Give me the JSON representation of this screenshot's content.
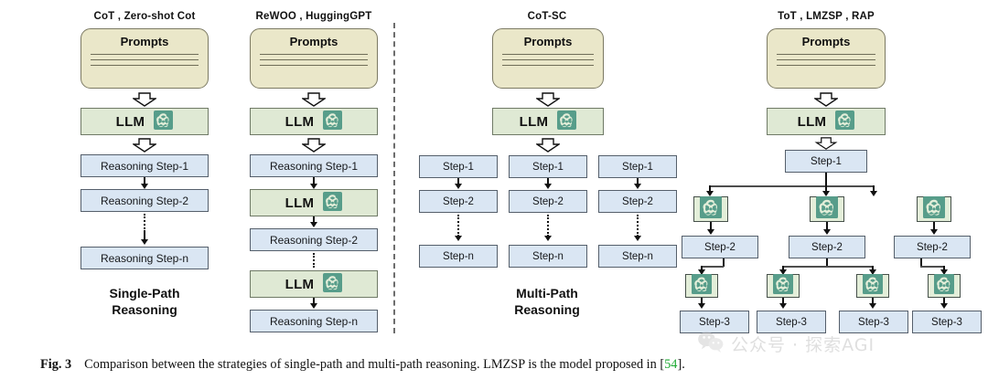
{
  "figure": {
    "caption_label": "Fig. 3",
    "caption_text_before": "Comparison between the strategies of single-path and multi-path reasoning. LMZSP is the model proposed in [",
    "caption_ref": "54",
    "caption_text_after": "]."
  },
  "watermark": {
    "text": "公众号 · 探索AGI",
    "icon": "wechat-icon"
  },
  "labels": {
    "single_path_line1": "Single-Path",
    "single_path_line2": "Reasoning",
    "multi_path_line1": "Multi-Path",
    "multi_path_line2": "Reasoning"
  },
  "common": {
    "prompts_title": "Prompts",
    "llm_label": "LLM",
    "openai_icon": "openai-logo-icon",
    "arrow_icon": "block-arrow-down-icon"
  },
  "columns": [
    {
      "id": "cot",
      "title": "CoT , Zero-shot Cot",
      "nodes": [
        {
          "type": "prompts",
          "label": "Prompts"
        },
        {
          "type": "llm",
          "label": "LLM"
        },
        {
          "type": "step",
          "label": "Reasoning Step-1"
        },
        {
          "type": "step",
          "label": "Reasoning Step-2"
        },
        {
          "type": "step",
          "label": "Reasoning Step-n"
        }
      ]
    },
    {
      "id": "rewoo",
      "title": "ReWOO , HuggingGPT",
      "nodes": [
        {
          "type": "prompts",
          "label": "Prompts"
        },
        {
          "type": "llm",
          "label": "LLM"
        },
        {
          "type": "step",
          "label": "Reasoning Step-1"
        },
        {
          "type": "llm",
          "label": "LLM"
        },
        {
          "type": "step",
          "label": "Reasoning Step-2"
        },
        {
          "type": "llm",
          "label": "LLM"
        },
        {
          "type": "step",
          "label": "Reasoning Step-n"
        }
      ]
    },
    {
      "id": "cot-sc",
      "title": "CoT-SC",
      "nodes": [
        {
          "type": "prompts",
          "label": "Prompts"
        },
        {
          "type": "llm",
          "label": "LLM"
        }
      ],
      "paths": [
        {
          "steps": [
            "Step-1",
            "Step-2",
            "Step-n"
          ]
        },
        {
          "steps": [
            "Step-1",
            "Step-2",
            "Step-n"
          ]
        },
        {
          "steps": [
            "Step-1",
            "Step-2",
            "Step-n"
          ]
        }
      ]
    },
    {
      "id": "tot",
      "title": "ToT , LMZSP , RAP",
      "nodes": [
        {
          "type": "prompts",
          "label": "Prompts"
        },
        {
          "type": "llm",
          "label": "LLM"
        },
        {
          "type": "step",
          "label": "Step-1"
        }
      ],
      "tree": {
        "level2_gpt": [
          "openai-logo-icon",
          "openai-logo-icon",
          "openai-logo-icon"
        ],
        "level2_steps": [
          "Step-2",
          "Step-2",
          "Step-2"
        ],
        "level3_gpt": [
          "openai-logo-icon",
          "openai-logo-icon",
          "openai-logo-icon",
          "openai-logo-icon"
        ],
        "level3_steps": [
          "Step-3",
          "Step-3",
          "Step-3",
          "Step-3"
        ]
      }
    }
  ],
  "colors": {
    "prompts_fill": "#eae7c9",
    "prompts_stroke": "#7c7a63",
    "llm_fill": "#dfe9d4",
    "llm_stroke": "#6f7a66",
    "step_fill": "#dae6f3",
    "step_stroke": "#555f6b",
    "gpt_tile_fill": "#e3eed9",
    "openai_green": "#579d8a",
    "ref_green": "#1faa35",
    "divider": "#6d6d6d",
    "background": "#ffffff"
  }
}
